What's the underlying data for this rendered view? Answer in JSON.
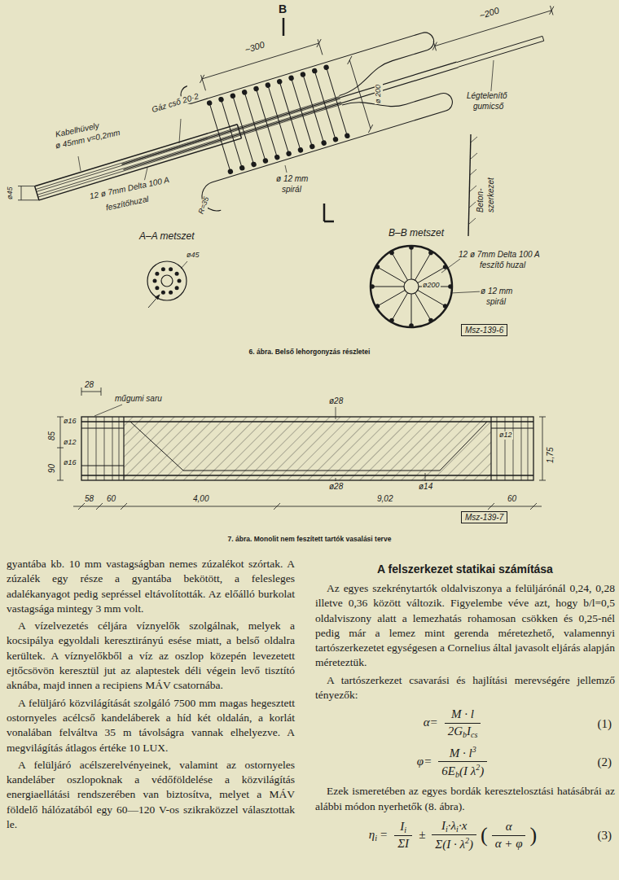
{
  "diagram": {
    "nodes": [
      {
        "text": [
          "Msz-139-6"
        ]
      },
      {
        "text": [
          "Msz-139-7"
        ]
      }
    ],
    "labels": [
      "B",
      "~300",
      "~200",
      "Gáz cső 20·2",
      "Kabelhüvely",
      "ø 45mm v=0,2mm",
      "ø45",
      "12 ø 7mm Delta 100 A",
      "feszítőhuzal",
      "ø 12 mm",
      "spirál",
      "ø 200",
      "Légtelenítő",
      "gumicső",
      "Beton-",
      "szerkezet",
      "R=35",
      "A–A metszet",
      "ø45",
      "B–B metszet",
      "12 ø 7mm Delta 100 A",
      "feszítő huzal",
      "ø200",
      "ø 12 mm",
      "spirál",
      "6. ábra. Belső lehorgonyzás részletei",
      "28",
      "műgumi saru",
      "ø28",
      "85",
      "ø16",
      "90",
      "ø12",
      "ø16",
      "ø12",
      "1,75",
      "ø28",
      "ø14",
      "58",
      "60",
      "4,00",
      "9,02",
      "60",
      "7. ábra. Monolit nem feszített tartók vasalási terve",
      "gyantába kb. 10 mm vastagságban nemes zúzalékot szórtak. A zúzalék egy része a gyantába bekötött, a felesleges adalékanyagot pedig sepréssel eltávolították. Az előálló burkolat vastagsága mintegy 3 mm volt.",
      "A vízelvezetés céljára víznyelők szolgálnak, melyek a kocsipálya egyoldali keresztirányú esése miatt, a belső oldalra kerültek. A víznyelőkből a víz az oszlop közepén levezetett ejtőcsövön keresztül jut az alaptestek déli végein levő tisztító aknába, majd innen a recipiens MÁV csatornába.",
      "A felüljáró közvilágítását szolgáló 7500 mm magas hegesztett ostornyeles acélcső kandeláberek a híd két oldalán, a korlát vonalában felváltva 35 m távolságra vannak elhelyezve. A megvilágítás átlagos értéke 10 LUX.",
      "A felüljáró acélszerelvényeinek, valamint az ostornyeles kandeláber oszlopoknak a védőföldelése a közvilágítás energiaellátási rendszerében van biztosítva, melyet a MÁV földelő hálózatából egy 60—120 V-os szikraközzel választottak le.",
      "A felszerkezet statikai számítása",
      "Az egyes szekrénytartók oldalviszonya a felüljárónál 0,24, 0,28 illetve 0,36 között változik. Figyelembe véve azt, hogy b/l=0,5 oldalviszony alatt a lemezhatás rohamosan csökken és 0,25-nél pedig már a lemez mint gerenda méretezhető, valamennyi tartószerkezetet egységesen a Cornelius által javasolt eljárás alapján méreteztük.",
      "A tartószerkezet csavarási és hajlítási merevségére jellemző tényezők:",
      "α=",
      "M · l",
      "2G",
      "b",
      "I",
      "cs",
      "(1)",
      "φ=",
      "M · l",
      "3",
      "6E",
      "b",
      "(I λ",
      "2",
      ")",
      "(2)",
      "Ezek ismeretében az egyes bordák keresztelosztási hatásábrái az alábbi módon nyerhetők (8. ábra).",
      "η",
      "i",
      "=",
      "I",
      "i",
      "ΣI",
      "±",
      "I",
      "i",
      "·λ",
      "i",
      "·x",
      "Σ(I · λ",
      "2",
      ")",
      "(",
      "α",
      "α + φ",
      ")",
      "(3)"
    ]
  }
}
